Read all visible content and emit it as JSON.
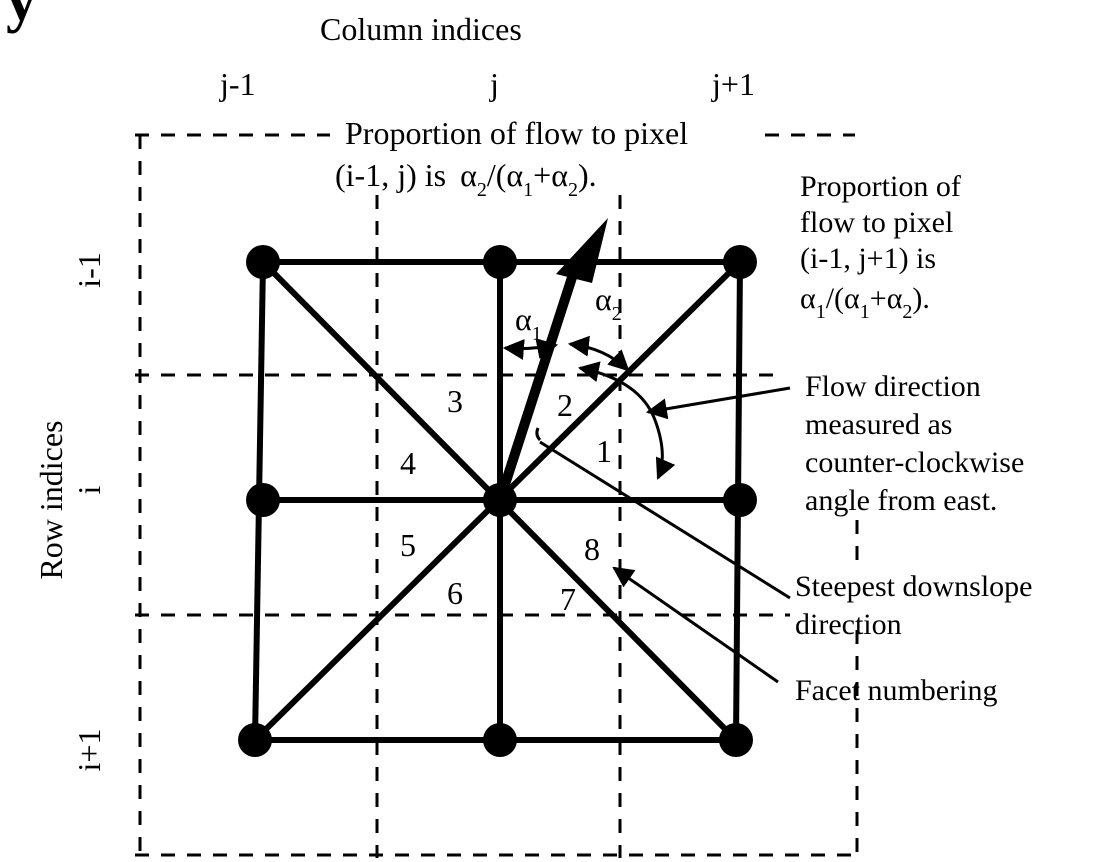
{
  "header_fragment": "y",
  "column_title": "Column indices",
  "row_title": "Row indices",
  "columns": [
    "j-1",
    "j",
    "j+1"
  ],
  "rows": [
    "i-1",
    "i",
    "i+1"
  ],
  "top_caption": {
    "line1": "Proportion of flow to pixel",
    "line2_prefix": "(i-1, j) is",
    "alpha": "α",
    "sub1": "1",
    "sub2": "2",
    "slash": "/(",
    "plus": "+",
    "close": ")."
  },
  "right_caption": {
    "line1": "Proportion of",
    "line2": "flow to pixel",
    "line3": "(i-1, j+1) is"
  },
  "angle_labels": [
    "α",
    "1",
    "α",
    "2"
  ],
  "facets": [
    "1",
    "2",
    "3",
    "4",
    "5",
    "6",
    "7",
    "8"
  ],
  "flow_direction": [
    "Flow direction",
    "measured as",
    "counter-clockwise",
    "angle from east."
  ],
  "steepest": [
    "Steepest downslope",
    "direction"
  ],
  "facet_numbering": "Facet numbering"
}
